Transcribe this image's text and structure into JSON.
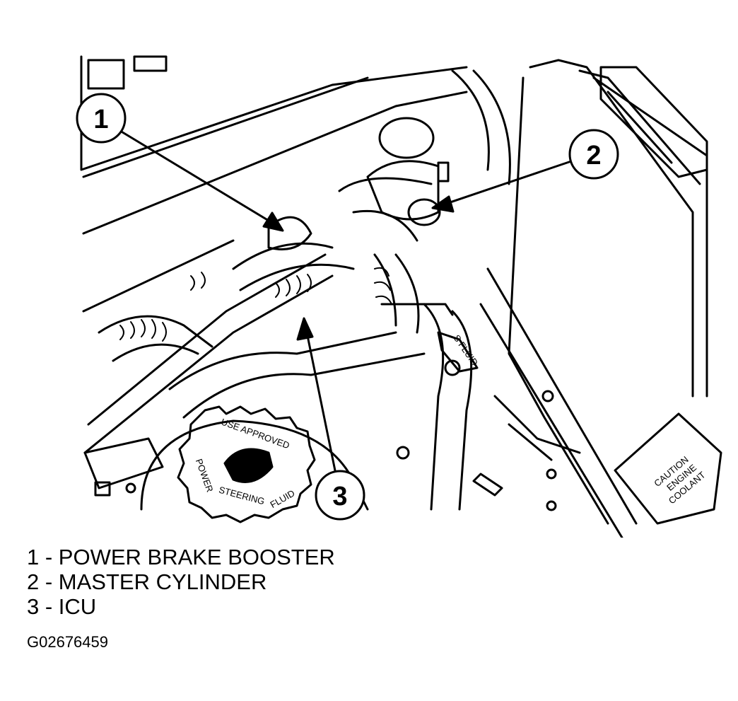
{
  "callouts": [
    {
      "number": "1",
      "name": "POWER BRAKE BOOSTER"
    },
    {
      "number": "2",
      "name": "MASTER CYLINDER"
    },
    {
      "number": "3",
      "name": "ICU"
    }
  ],
  "legend": [
    "1 - POWER BRAKE BOOSTER",
    "2 - MASTER CYLINDER",
    "3 - ICU"
  ],
  "figure_id": "G02676459",
  "component_labels": {
    "cap_top": "USE APPROVED",
    "cap_left": "POWER",
    "cap_bottom_left": "STEERING",
    "cap_bottom_right": "FLUID",
    "reservoir_tag": "S FLUID",
    "coolant_line1": "CAUTION",
    "coolant_line2": "ENGINE",
    "coolant_line3": "COOLANT"
  }
}
